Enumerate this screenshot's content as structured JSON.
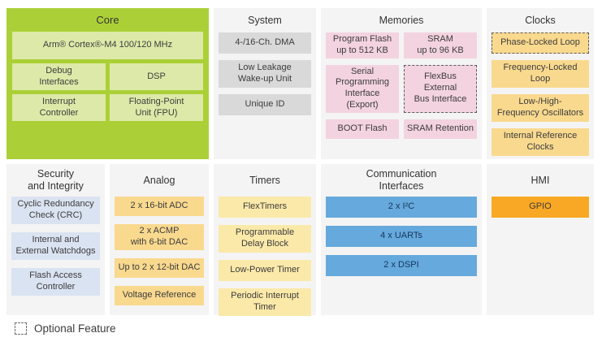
{
  "colors": {
    "core_green": "#abd037",
    "core_block_green": "#dde9a8",
    "section_background": "#f4f4f4",
    "system_gray": "#d9d9d9",
    "memories_pink": "#f3d3df",
    "clocks_amber": "#f9d98e",
    "timers_yellow": "#fbe9a9",
    "security_blue_gray": "#dae3f1",
    "comm_blue": "#66a9dc",
    "hmi_orange": "#f9a825",
    "optional_dash": "#5c5c5c"
  },
  "sections": {
    "core": {
      "title": "Core",
      "blocks": [
        {
          "label": "Arm® Cortex®-M4 100/120 MHz"
        },
        {
          "label": "Debug\nInterfaces"
        },
        {
          "label": "DSP"
        },
        {
          "label": "Interrupt\nController"
        },
        {
          "label": "Floating-Point\nUnit (FPU)"
        }
      ]
    },
    "system": {
      "title": "System",
      "blocks": [
        {
          "label": "4-/16-Ch. DMA"
        },
        {
          "label": "Low Leakage\nWake-up Unit"
        },
        {
          "label": "Unique ID"
        }
      ]
    },
    "memories": {
      "title": "Memories",
      "blocks": [
        {
          "label": "Program Flash\nup to 512 KB"
        },
        {
          "label": "SRAM\nup to 96 KB"
        },
        {
          "label": "Serial Programming\nInterface (Export)"
        },
        {
          "label": "FlexBus External\nBus Interface",
          "optional": true
        },
        {
          "label": "BOOT Flash"
        },
        {
          "label": "SRAM Retention"
        }
      ]
    },
    "clocks": {
      "title": "Clocks",
      "blocks": [
        {
          "label": "Phase-Locked Loop",
          "optional": true
        },
        {
          "label": "Frequency-Locked\nLoop"
        },
        {
          "label": "Low-/High-\nFrequency Oscillators"
        },
        {
          "label": "Internal Reference\nClocks"
        }
      ]
    },
    "security": {
      "title": "Security\nand Integrity",
      "blocks": [
        {
          "label": "Cyclic Redundancy\nCheck (CRC)"
        },
        {
          "label": "Internal and\nExternal Watchdogs"
        },
        {
          "label": "Flash Access\nController"
        }
      ]
    },
    "analog": {
      "title": "Analog",
      "blocks": [
        {
          "label": "2 x 16-bit ADC"
        },
        {
          "label": "2 x ACMP\nwith 6-bit DAC"
        },
        {
          "label": "Up to 2 x 12-bit DAC"
        },
        {
          "label": "Voltage Reference"
        }
      ]
    },
    "timers": {
      "title": "Timers",
      "blocks": [
        {
          "label": "FlexTimers"
        },
        {
          "label": "Programmable\nDelay Block"
        },
        {
          "label": "Low-Power Timer"
        },
        {
          "label": "Periodic Interrupt\nTimer"
        }
      ]
    },
    "comm": {
      "title": "Communication\nInterfaces",
      "blocks": [
        {
          "label": "2 x I²C"
        },
        {
          "label": "4 x UARTs"
        },
        {
          "label": "2 x DSPI"
        }
      ]
    },
    "hmi": {
      "title": "HMI",
      "blocks": [
        {
          "label": "GPIO"
        }
      ]
    }
  },
  "legend": {
    "label": "Optional Feature"
  }
}
